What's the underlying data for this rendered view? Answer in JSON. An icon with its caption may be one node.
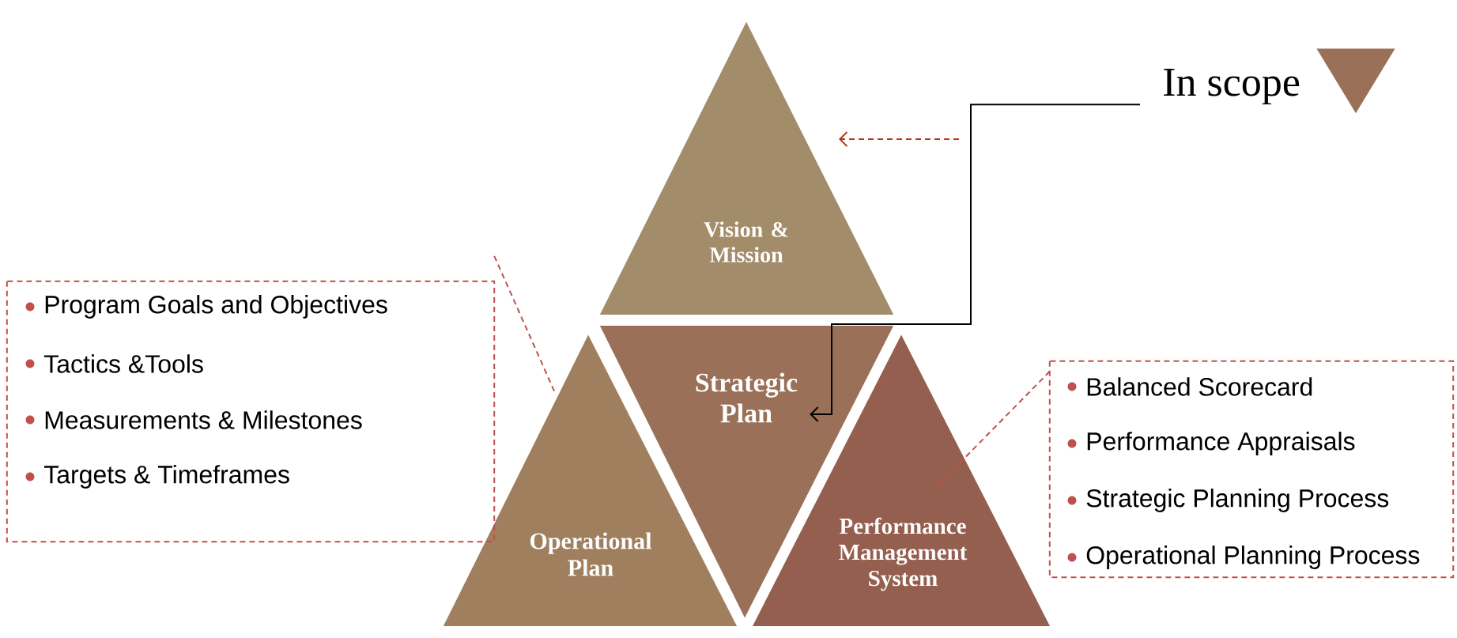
{
  "diagram": {
    "nodes": [
      {
        "text": [
          "In scope"
        ]
      },
      {
        "text": [
          "Vision & Mission"
        ]
      },
      {
        "text": [
          "Operational Plan"
        ]
      },
      {
        "text": [
          "Strategic Plan"
        ]
      },
      {
        "text": [
          "Performance Management System"
        ]
      },
      {
        "text": [
          "Program Goals and Objectives",
          "Tactics &Tools",
          "Measurements & Milestones",
          "Targets & Timeframes"
        ]
      },
      {
        "text": [
          "Balanced Scorecard",
          "Performance Appraisals",
          "Strategic Planning Process",
          "Operational Planning Process"
        ]
      }
    ],
    "edges": [
      {
        "from": 0,
        "to": 3,
        "arrow": "to",
        "color": "#000000"
      },
      {
        "from": null,
        "to": 1,
        "arrow": "to",
        "style": "dashed",
        "color": "#b5381c"
      },
      {
        "from": 5,
        "to": 2,
        "arrow": "none",
        "style": "dashed",
        "color": "#c0504d"
      },
      {
        "from": 6,
        "to": 4,
        "arrow": "none",
        "style": "dashed",
        "color": "#c0504d"
      }
    ]
  }
}
